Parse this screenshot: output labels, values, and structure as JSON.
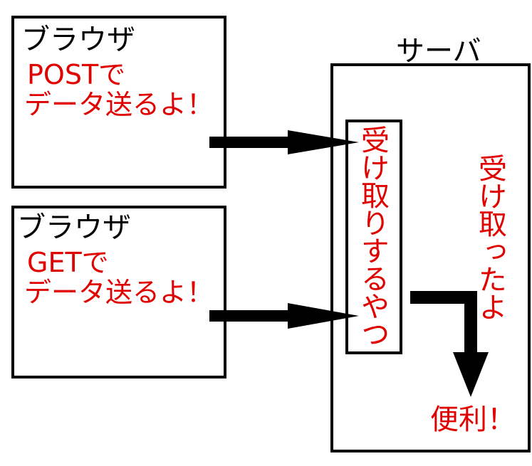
{
  "browser_post": {
    "title": "ブラウザ",
    "line1": "POSTで",
    "line2": "データ送るよ！"
  },
  "browser_get": {
    "title": "ブラウザ",
    "line1": "GETで",
    "line2": "データ送るよ！"
  },
  "server": {
    "label": "サーバ",
    "receiver_text": "受け取りするやつ",
    "received_text": "受け取ったよ",
    "convenient_text": "便利！"
  },
  "colors": {
    "annotation_red": "#e00000",
    "border": "#000000"
  }
}
